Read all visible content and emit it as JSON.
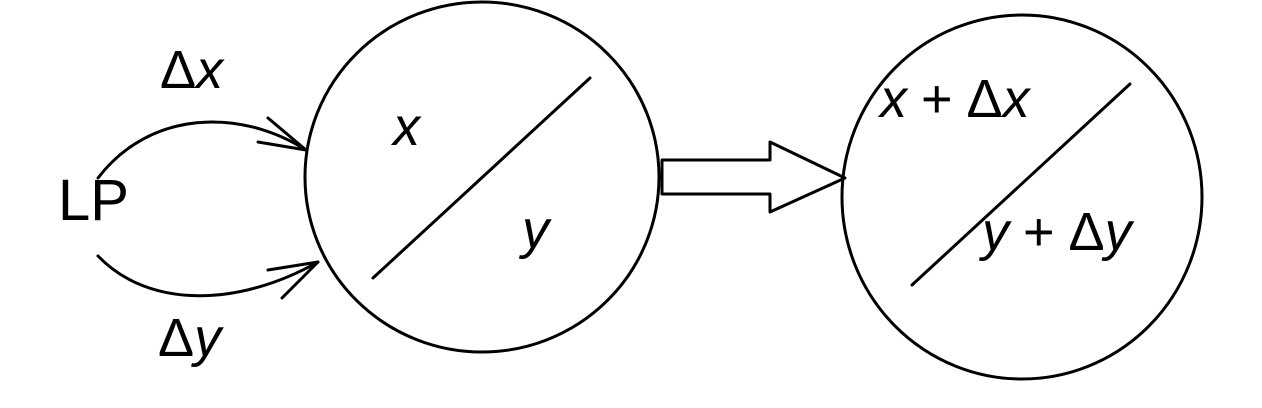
{
  "source": {
    "label": "LP"
  },
  "inputs": {
    "delta_x": {
      "symbol": "Δ",
      "var": "x"
    },
    "delta_y": {
      "symbol": "Δ",
      "var": "y"
    }
  },
  "left_circle": {
    "top_var": "x",
    "bottom_var": "y"
  },
  "right_circle": {
    "top": {
      "var": "x",
      "op": "+",
      "symbol": "Δ",
      "var2": "x"
    },
    "bottom": {
      "var": "y",
      "op": "+",
      "symbol": "Δ",
      "var2": "y"
    }
  }
}
